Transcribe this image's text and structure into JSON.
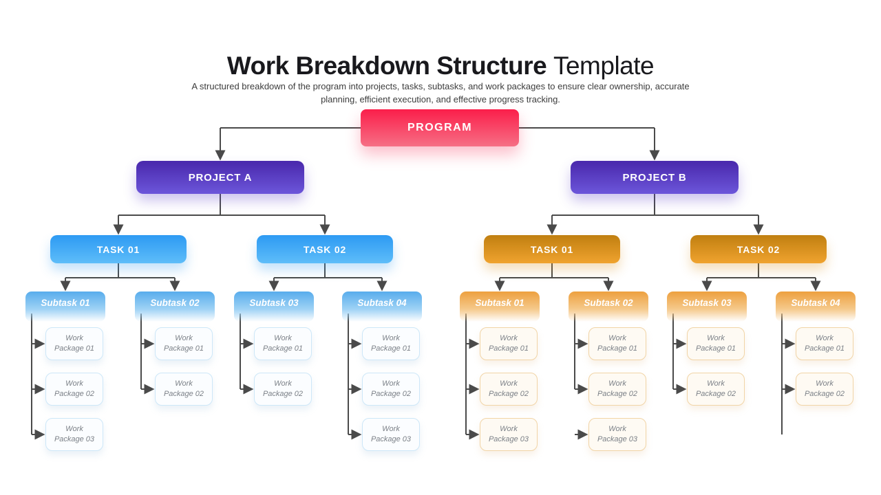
{
  "header": {
    "title_bold": "Work Breakdown Structure",
    "title_light": "Template",
    "subtitle": "A structured breakdown of the program into projects, tasks, subtasks, and work packages to ensure clear ownership, accurate planning, efficient execution, and effective progress tracking."
  },
  "colors": {
    "program_red": "#fb1e4a",
    "project_purple": "#4928ac",
    "task_blue": "#2d9af3",
    "task_orange": "#e09a25",
    "connector_gray": "#4a4a4a"
  },
  "tree": {
    "program": {
      "label": "PROGRAM"
    },
    "projects": [
      {
        "label": "PROJECT A",
        "tasks": [
          {
            "label": "TASK 01",
            "subtasks": [
              {
                "label": "Subtask 01",
                "packages": [
                  "Work Package 01",
                  "Work Package 02",
                  "Work Package 03"
                ]
              },
              {
                "label": "Subtask 02",
                "packages": [
                  "Work Package 01",
                  "Work Package 02"
                ]
              }
            ]
          },
          {
            "label": "TASK 02",
            "subtasks": [
              {
                "label": "Subtask 03",
                "packages": [
                  "Work Package 01",
                  "Work Package 02"
                ]
              },
              {
                "label": "Subtask 04",
                "packages": [
                  "Work Package 01",
                  "Work Package 02",
                  "Work Package 03"
                ]
              }
            ]
          }
        ]
      },
      {
        "label": "PROJECT B",
        "tasks": [
          {
            "label": "TASK 01",
            "subtasks": [
              {
                "label": "Subtask 01",
                "packages": [
                  "Work Package 01",
                  "Work Package 02",
                  "Work Package 03"
                ]
              },
              {
                "label": "Subtask 02",
                "packages": [
                  "Work Package 01",
                  "Work Package 02",
                  "Work Package 03"
                ]
              }
            ]
          },
          {
            "label": "TASK 02",
            "subtasks": [
              {
                "label": "Subtask 03",
                "packages": [
                  "Work Package 01",
                  "Work Package 02"
                ]
              },
              {
                "label": "Subtask 04",
                "packages": [
                  "Work Package 01",
                  "Work Package 02"
                ]
              }
            ]
          }
        ]
      }
    ]
  }
}
